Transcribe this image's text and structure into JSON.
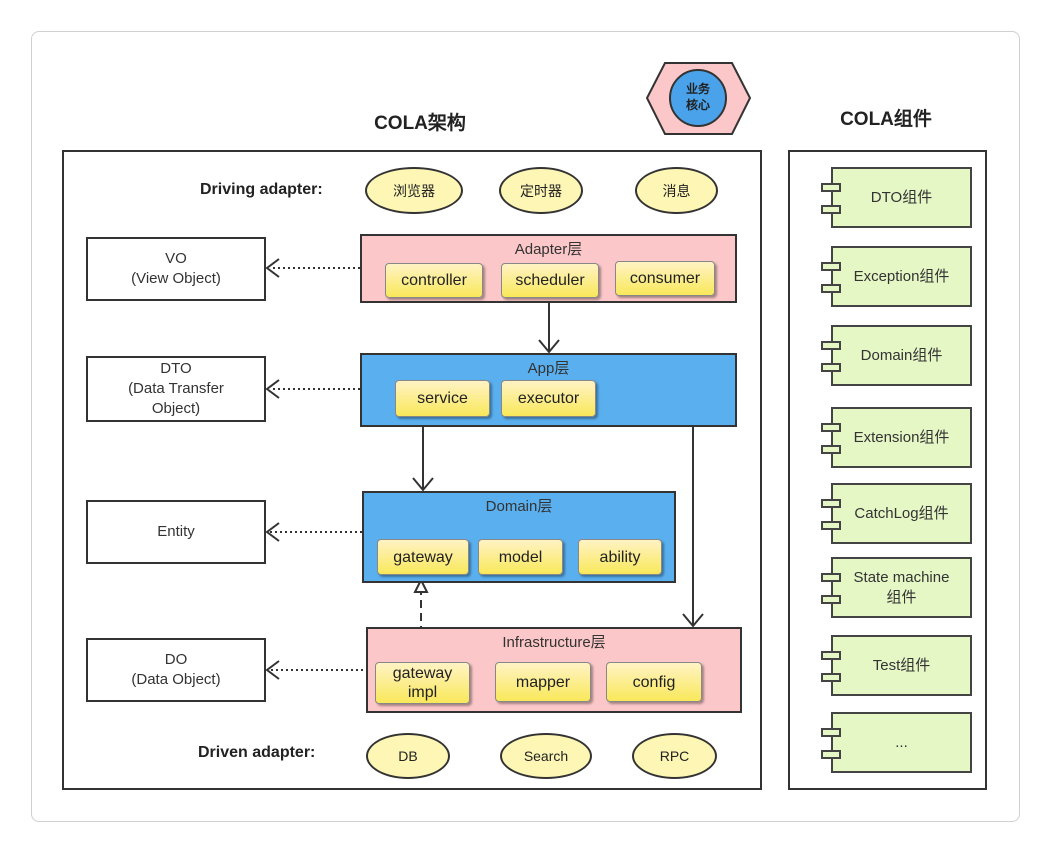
{
  "titles": {
    "architecture": "COLA架构",
    "components": "COLA组件"
  },
  "core_badge": {
    "line1": "业务",
    "line2": "核心"
  },
  "driving": {
    "label": "Driving adapter:",
    "items": [
      "浏览器",
      "定时器",
      "消息"
    ]
  },
  "driven": {
    "label": "Driven adapter:",
    "items": [
      "DB",
      "Search",
      "RPC"
    ]
  },
  "external": [
    {
      "lines": [
        "VO",
        "(View Object)"
      ]
    },
    {
      "lines": [
        "DTO",
        "(Data Transfer",
        "Object)"
      ]
    },
    {
      "lines": [
        "Entity"
      ]
    },
    {
      "lines": [
        "DO",
        "(Data Object)"
      ]
    }
  ],
  "layers": {
    "adapter": {
      "title": "Adapter层",
      "items": [
        "controller",
        "scheduler",
        "consumer"
      ]
    },
    "app": {
      "title": "App层",
      "items": [
        "service",
        "executor"
      ]
    },
    "domain": {
      "title": "Domain层",
      "items": [
        "gateway",
        "model",
        "ability"
      ]
    },
    "infrastructure": {
      "title": "Infrastructure层",
      "items": [
        "gateway impl",
        "mapper",
        "config"
      ]
    }
  },
  "components": [
    "DTO组件",
    "Exception组件",
    "Domain组件",
    "Extension组件",
    "CatchLog组件",
    "State machine 组件",
    "Test组件",
    "..."
  ],
  "colors": {
    "pink_layer": "#fbc7c8",
    "blue_layer": "#5aafef",
    "yellow_item": "#f9e85a",
    "green_component": "#e6f7c6",
    "core_hex": "#fbc7c8",
    "core_circle": "#4aa3ea"
  }
}
